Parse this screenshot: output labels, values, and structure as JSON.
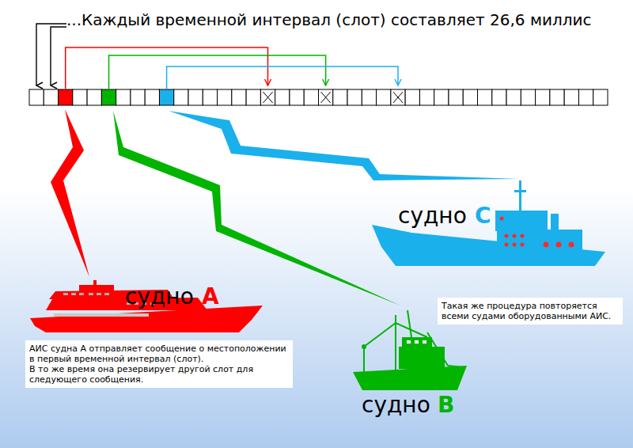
{
  "diagram": {
    "title": "...Каждый временной интервал (слот) составляет 26,6 миллис",
    "nodes": [
      {
        "text": [
          "АИС судна А отправляет сообщение о местоположении в первый временной интервал (слот).",
          "В то же время она резервирует другой слот для следующего сообщения."
        ]
      },
      {
        "text": [
          "Такая же процедура повторяется всеми судами оборудованными АИС."
        ]
      }
    ],
    "labels": [
      "судно",
      "A",
      "судно",
      "B",
      "судно",
      "C"
    ]
  }
}
